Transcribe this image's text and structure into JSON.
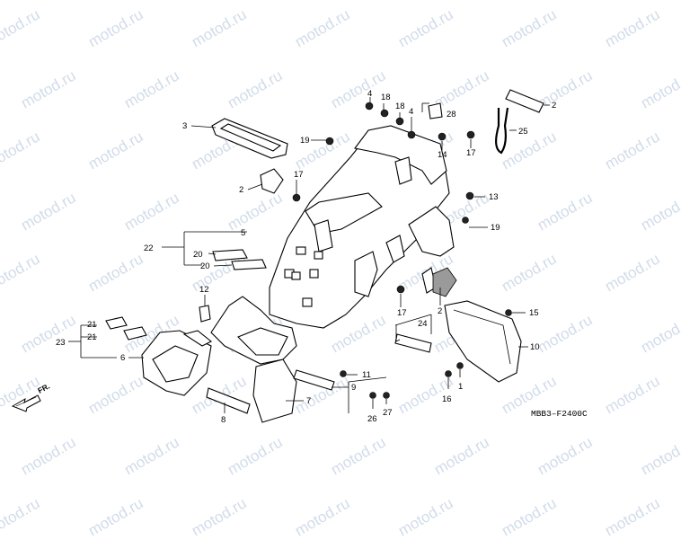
{
  "watermark": {
    "text": "motod.ru"
  },
  "diagram_code": "MBB3–F2400C",
  "direction_label": "FR.",
  "callouts": {
    "c1": "1",
    "c2a": "2",
    "c2b": "2",
    "c2c": "2",
    "c3": "3",
    "c4a": "4",
    "c4b": "4",
    "c5": "5",
    "c6": "6",
    "c7": "7",
    "c8": "8",
    "c9": "9",
    "c10": "10",
    "c11": "11",
    "c12": "12",
    "c13": "13",
    "c14": "14",
    "c15": "15",
    "c16": "16",
    "c17a": "17",
    "c17b": "17",
    "c17c": "17",
    "c18a": "18",
    "c18b": "18",
    "c19a": "19",
    "c19b": "19",
    "c20a": "20",
    "c20b": "20",
    "c21a": "21",
    "c21b": "21",
    "c22": "22",
    "c23": "23",
    "c24": "24",
    "c25": "25",
    "c26": "26",
    "c27": "27",
    "c28": "28"
  },
  "colors": {
    "line": "#000000",
    "watermark": "#c9d6e6",
    "background": "#ffffff"
  }
}
